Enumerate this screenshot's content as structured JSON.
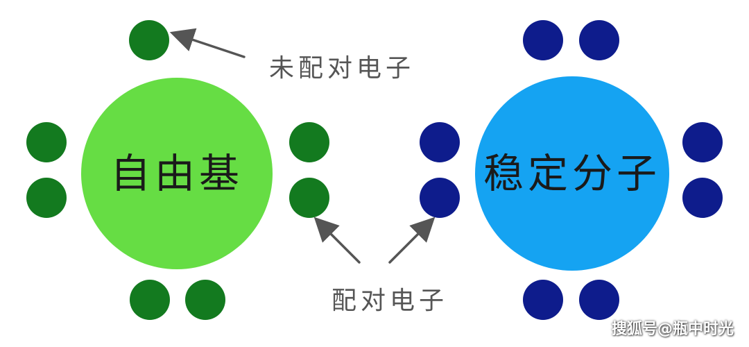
{
  "radical": {
    "label": "自由基",
    "color": "#66dd44",
    "electron_color": "#137a1f"
  },
  "molecule": {
    "label": "稳定分子",
    "color": "#15a3f2",
    "electron_color": "#0e1c8c"
  },
  "callouts": {
    "unpaired": "未配对电子",
    "paired": "配对电子"
  },
  "arrow_color": "#555555",
  "watermark": "搜狐号@瓶中时光"
}
